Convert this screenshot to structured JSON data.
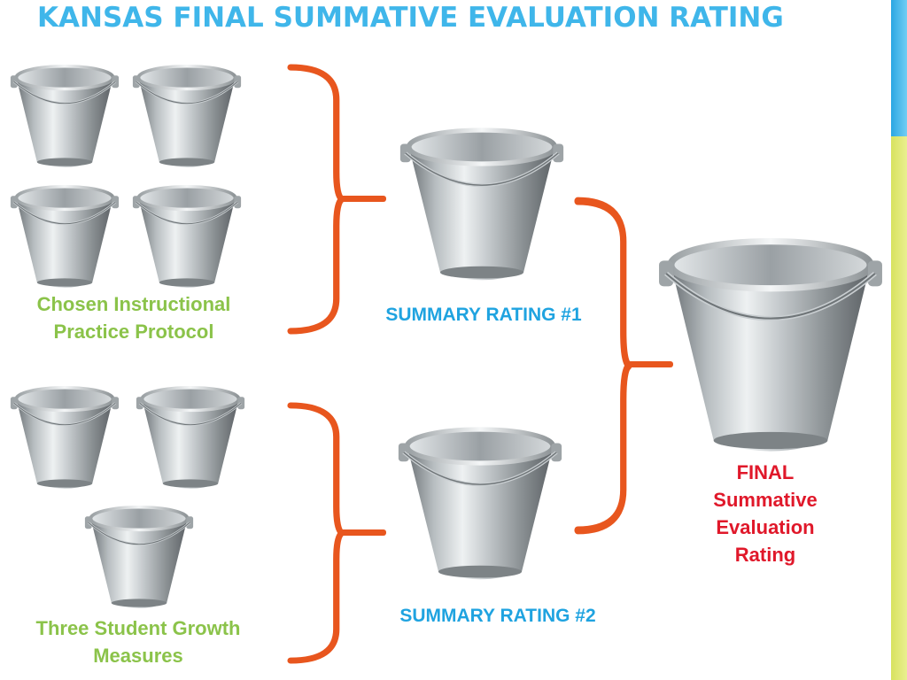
{
  "title": "KANSAS FINAL SUMMATIVE EVALUATION RATING",
  "groups": {
    "protocol": {
      "label_line1": "Chosen Instructional",
      "label_line2": "Practice Protocol"
    },
    "growth": {
      "label_line1": "Three Student Growth",
      "label_line2": "Measures"
    }
  },
  "summary": {
    "rating1": "SUMMARY RATING #1",
    "rating2": "SUMMARY RATING #2"
  },
  "final": {
    "line1": "FINAL",
    "line2": "Summative",
    "line3": "Evaluation",
    "line4": "Rating"
  },
  "colors": {
    "title": "#3fb6ea",
    "brace": "#e8561e",
    "green_label": "#8bc34a",
    "blue_label": "#1fa3e0",
    "red_label": "#e0182a",
    "stripe_blue": "#2aa7e3",
    "stripe_green": "#d8e25e"
  },
  "icons": [
    "bucket-icon",
    "curly-brace-icon"
  ]
}
